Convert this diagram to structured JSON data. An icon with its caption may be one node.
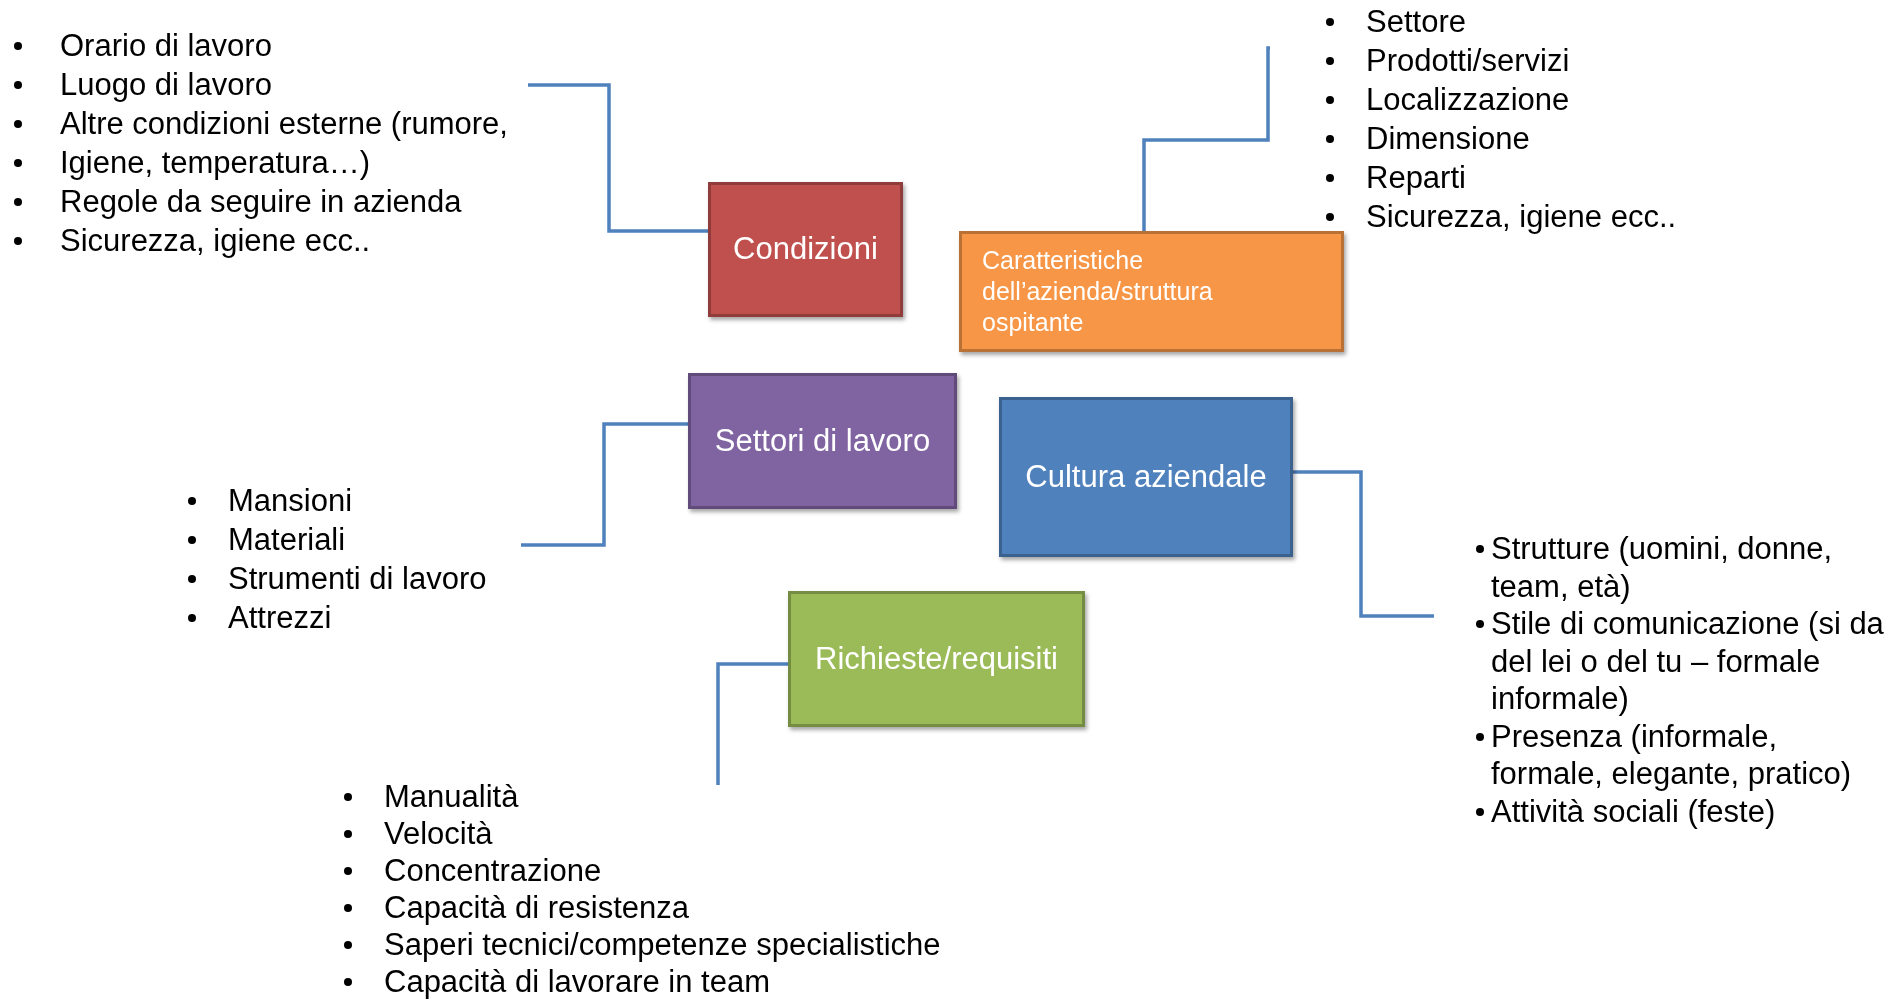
{
  "diagram": {
    "nodes": [
      {
        "text": [
          "Condizioni"
        ]
      },
      {
        "text": [
          "Caratteristiche dell’azienda/struttura ospitante"
        ]
      },
      {
        "text": [
          "Settori di lavoro"
        ]
      },
      {
        "text": [
          "Cultura aziendale"
        ]
      },
      {
        "text": [
          "Richieste/requisiti"
        ]
      },
      {
        "text": [
          "Orario di lavoro",
          "Luogo di lavoro",
          "Altre condizioni esterne (rumore,",
          "Igiene, temperatura…)",
          "Regole da seguire in azienda",
          "Sicurezza, igiene ecc.."
        ]
      },
      {
        "text": [
          "Settore",
          "Prodotti/servizi",
          "Localizzazione",
          "Dimensione",
          "Reparti",
          "Sicurezza, igiene ecc.."
        ]
      },
      {
        "text": [
          "Mansioni",
          "Materiali",
          "Strumenti di lavoro",
          "Attrezzi"
        ]
      },
      {
        "text": [
          "Strutture (uomini, donne, team, età)",
          "Stile di comunicazione (si da del lei o del tu – formale informale)",
          "Presenza (informale, formale, elegante, pratico)",
          "Attività sociali (feste)"
        ]
      },
      {
        "text": [
          "Manualità",
          "Velocità",
          "Concentrazione",
          "Capacità di resistenza",
          "Saperi tecnici/competenze specialistiche",
          "Capacità di lavorare in team"
        ]
      }
    ],
    "edges": [
      {
        "from": 0,
        "to": 5,
        "arrow": "none"
      },
      {
        "from": 1,
        "to": 6,
        "arrow": "none"
      },
      {
        "from": 2,
        "to": 7,
        "arrow": "none"
      },
      {
        "from": 3,
        "to": 8,
        "arrow": "none"
      },
      {
        "from": 4,
        "to": 9,
        "arrow": "none"
      }
    ]
  }
}
